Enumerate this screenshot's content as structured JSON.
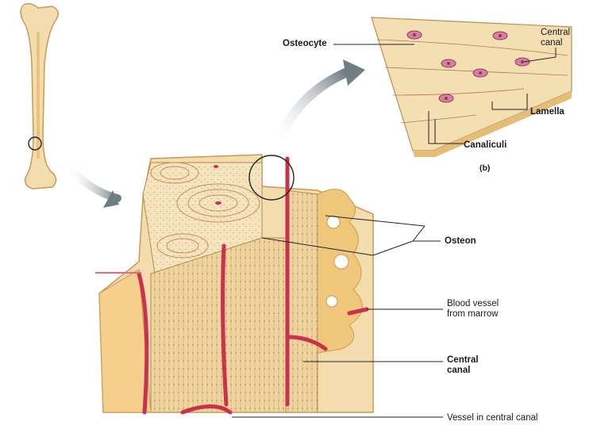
{
  "labels": {
    "osteocyte": "Osteocyte",
    "central_canal_top_1": "Central",
    "central_canal_top_2": "canal",
    "lamella": "Lamella",
    "canaliculi": "Canaliculi",
    "panel_b": "(b)",
    "osteon": "Osteon",
    "blood_vessel_1": "Blood vessel",
    "blood_vessel_2": "from marrow",
    "central_canal_1": "Central",
    "central_canal_2": "canal",
    "vessel_in_canal": "Vessel in central canal"
  },
  "colors": {
    "bone": "#f3dcae",
    "bone_dark": "#e2bb78",
    "vessel": "#c8324f",
    "osteocyte": "#8a3a6a",
    "arrow": "#6f7d85"
  }
}
